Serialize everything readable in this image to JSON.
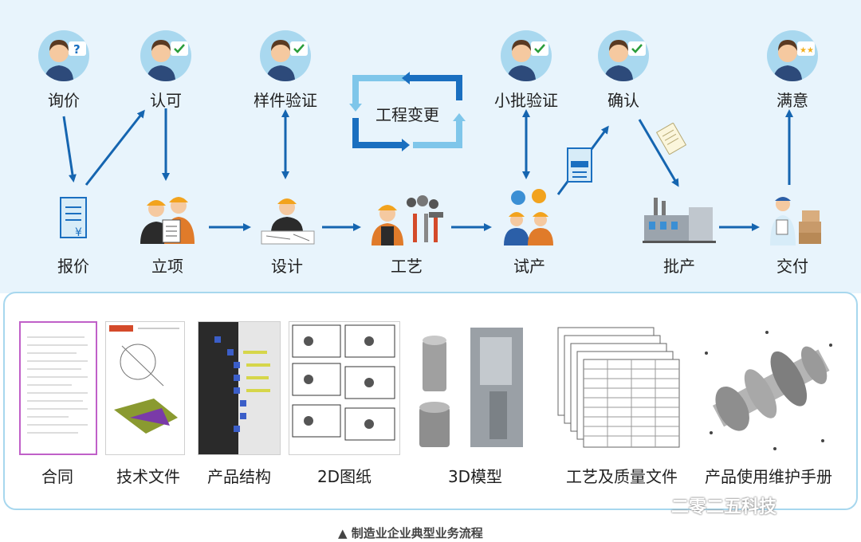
{
  "process": {
    "top_stages": [
      "询价",
      "认可",
      "样件验证",
      "小批验证",
      "确认",
      "满意"
    ],
    "bottom_stages": [
      "报价",
      "立项",
      "设计",
      "工艺",
      "试产",
      "批产",
      "交付"
    ],
    "change_label": "工程变更"
  },
  "documents": [
    "合同",
    "技术文件",
    "产品结构",
    "2D图纸",
    "3D模型",
    "工艺及质量文件",
    "产品使用维护手册"
  ],
  "caption": "▲ 制造业企业典型业务流程",
  "watermark": "二零二五科技",
  "colors": {
    "panel_bg": "#e8f4fc",
    "arrow": "#1565b0",
    "ring_dark": "#1a6fc0",
    "ring_light": "#7fc6ea",
    "border": "#a7d7ee"
  },
  "icons": {
    "avatars": [
      "question-mark-icon",
      "checkmark-icon",
      "checkmark-icon",
      "checkmark-icon",
      "checkmark-icon",
      "thumbs-up-stars-icon"
    ],
    "stages": [
      "quote-document-icon",
      "project-team-icon",
      "designer-icon",
      "craftsman-tools-icon",
      "trial-workers-icon",
      "factory-icon",
      "delivery-worker-icon"
    ]
  }
}
